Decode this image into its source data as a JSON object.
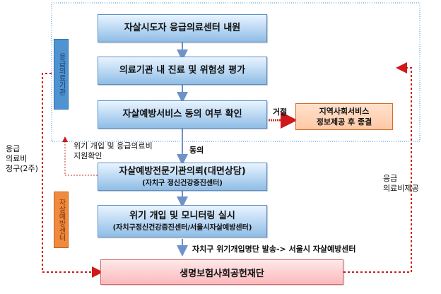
{
  "steps": {
    "s1": "자살시도자 응급의료센터 내원",
    "s2": "의료기관 내 진료 및 위험성 평가",
    "s3": "자살예방서비스 동의 여부 확인",
    "s4_main": "자살예방전문기관의뢰(대면상담)",
    "s4_sub": "(자치구 정신건강증진센터)",
    "s5_main": "위기 개입 및 모니터링 실시",
    "s5_sub": "(자치구정신건강증진센터/서울시자살예방센터)",
    "s6": "생명보험사회공헌재단"
  },
  "orange_box": {
    "line1": "지역사회서비스",
    "line2": "정보제공 후 종결"
  },
  "side_tabs": {
    "top": "응급의료기관",
    "bottom": "자살예방센터"
  },
  "notes": {
    "refuse": "거절",
    "agree": "동의",
    "crisis_line1": "위기 개입 및 응급의료비",
    "crisis_line2": "지원확인",
    "left_line1": "응급",
    "left_line2": "의료비",
    "left_line3": "청구(2주)",
    "right_line1": "응급",
    "right_line2": "의료비제공",
    "bottom_note": "자치구 위기개입명단 발송-> 서울시 자살예방센터"
  },
  "colors": {
    "blue_box": "#b7d6f2",
    "orange_box": "#ffc9a6",
    "pink_box": "#fbb9bc",
    "arrow_blue": "#6f93c8",
    "arrow_red": "#d0191b",
    "tab_blue": "#4f93d0",
    "tab_orange": "#f08a3e"
  }
}
